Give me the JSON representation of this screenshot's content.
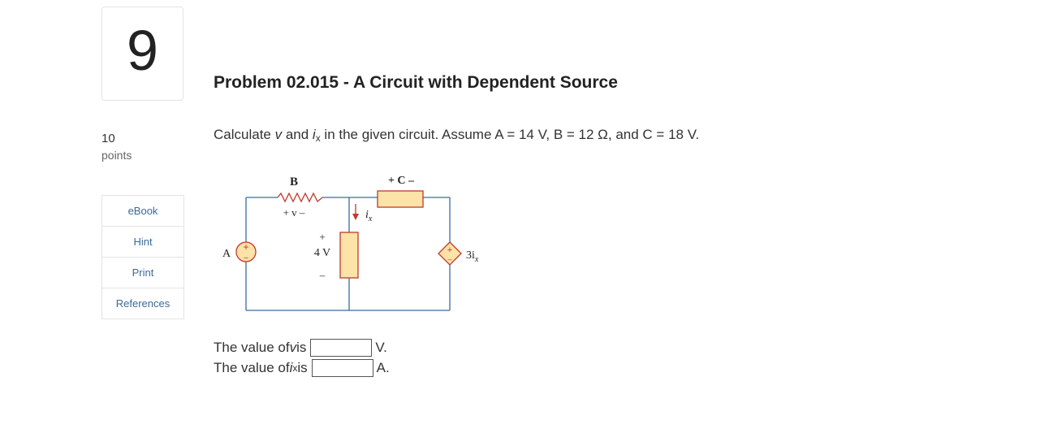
{
  "question": {
    "number": "9",
    "points_value": "10",
    "points_label": "points"
  },
  "sidebar": {
    "items": [
      {
        "label": "eBook"
      },
      {
        "label": "Hint"
      },
      {
        "label": "Print"
      },
      {
        "label": "References"
      }
    ]
  },
  "problem": {
    "title": "Problem 02.015 - A Circuit with Dependent Source",
    "prompt_start": "Calculate ",
    "prompt_v": "v",
    "prompt_and": " and ",
    "prompt_i": "i",
    "prompt_sub": "x",
    "prompt_end": " in the given circuit. Assume A = 14 V, B = 12 Ω, and C = 18 V."
  },
  "circuit": {
    "label_A": "A",
    "label_B": "B",
    "label_v": "+ v –",
    "label_C": "+ C –",
    "label_4V_plus": "+",
    "label_4V": "4 V",
    "label_4V_minus": "–",
    "label_ix": "i",
    "label_ix_sub": "x",
    "label_dep": "3i",
    "label_dep_sub": "x",
    "source_plus": "+",
    "source_minus": "–",
    "colors": {
      "wire": "#3a6b9e",
      "resistor": "#c0392b",
      "element_fill": "#fde3a7",
      "element_stroke": "#c0392b",
      "arrow": "#c0392b"
    }
  },
  "answers": {
    "v_prefix": "The value of ",
    "v_var": "v",
    "v_is": " is",
    "v_value": "",
    "v_unit": "V.",
    "i_prefix": "The value of ",
    "i_var": "i",
    "i_sub": "x",
    "i_is": " is",
    "i_value": "",
    "i_unit": "A."
  }
}
